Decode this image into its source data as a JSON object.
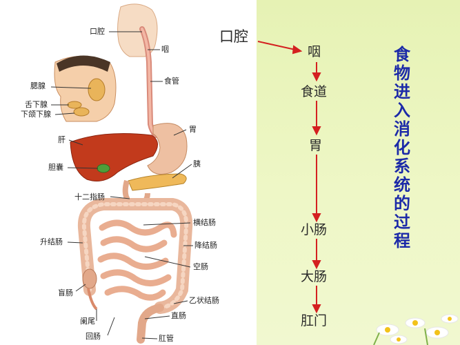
{
  "diagram": {
    "labels": {
      "mouth": "口腔",
      "pharynx": "咽",
      "esophagus": "食管",
      "parotid": "腮腺",
      "sublingual": "舌下腺",
      "submandibular": "下颌下腺",
      "stomach": "胃",
      "liver": "肝",
      "gallbladder": "胆囊",
      "pancreas": "胰",
      "duodenum": "十二指肠",
      "transverse_colon": "横结肠",
      "ascending_colon": "升结肠",
      "descending_colon": "降结肠",
      "jejunum": "空肠",
      "cecum": "盲肠",
      "sigmoid_colon": "乙状结肠",
      "appendix": "阑尾",
      "rectum": "直肠",
      "ileum": "回肠",
      "anal_canal": "肛管"
    }
  },
  "flow": {
    "start": "口腔",
    "steps": [
      "咽",
      "食道",
      "胃",
      "小肠",
      "大肠",
      "肛门"
    ],
    "title": "食物进入消化系统的过程",
    "colors": {
      "arrow": "#d42020",
      "title": "#1c2aa8",
      "background": "#eaf5be"
    }
  }
}
